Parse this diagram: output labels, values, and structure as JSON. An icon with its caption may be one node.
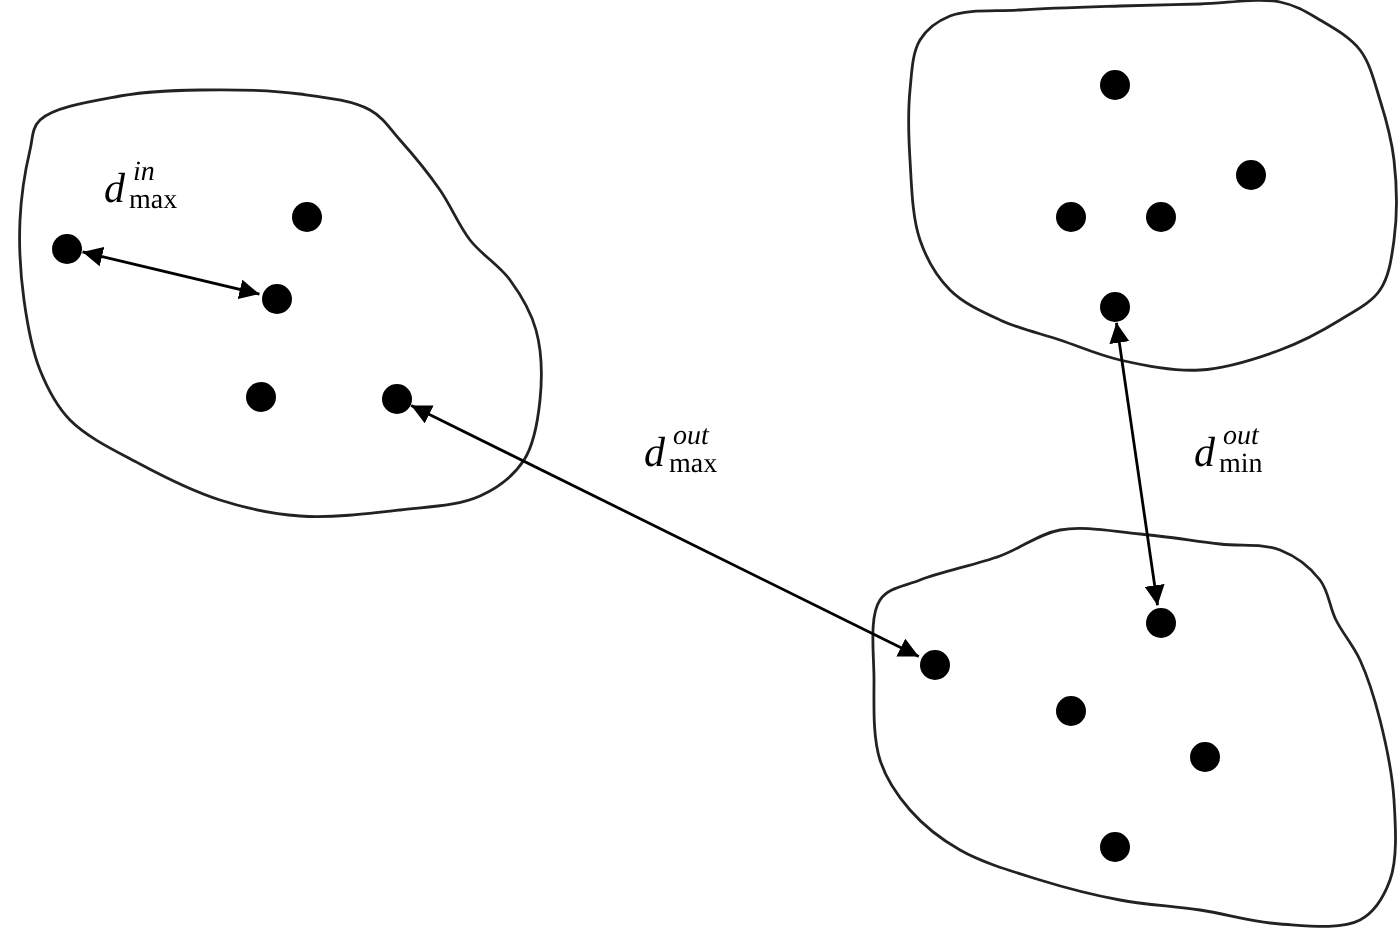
{
  "diagram": {
    "nodes": [
      {
        "text": [],
        "shape": "blob"
      },
      {
        "text": [],
        "shape": "circle",
        "in": 0
      },
      {
        "text": [],
        "shape": "circle",
        "in": 0
      },
      {
        "text": [],
        "shape": "circle",
        "in": 0
      },
      {
        "text": [],
        "shape": "circle",
        "in": 0
      },
      {
        "text": [],
        "shape": "circle",
        "in": 0
      },
      {
        "text": [],
        "shape": "blob"
      },
      {
        "text": [],
        "shape": "circle",
        "in": 6
      },
      {
        "text": [],
        "shape": "circle",
        "in": 6
      },
      {
        "text": [],
        "shape": "circle",
        "in": 6
      },
      {
        "text": [],
        "shape": "circle",
        "in": 6
      },
      {
        "text": [],
        "shape": "circle",
        "in": 6
      },
      {
        "text": [],
        "shape": "blob"
      },
      {
        "text": [],
        "shape": "circle",
        "in": 12
      },
      {
        "text": [],
        "shape": "circle",
        "in": 12
      },
      {
        "text": [],
        "shape": "circle",
        "in": 12
      },
      {
        "text": [],
        "shape": "circle",
        "in": 12
      },
      {
        "text": [],
        "shape": "circle",
        "in": 12
      }
    ],
    "edges": [
      {
        "from": 2,
        "to": 3,
        "arrow": "both",
        "label": "d$^{in}$$_{max}$"
      },
      {
        "from": 5,
        "to": 13,
        "arrow": "both",
        "label": "d$^{out}$$_{max}$"
      },
      {
        "from": 11,
        "to": 14,
        "arrow": "both",
        "label": "d$^{out}$$_{min}$"
      }
    ]
  }
}
